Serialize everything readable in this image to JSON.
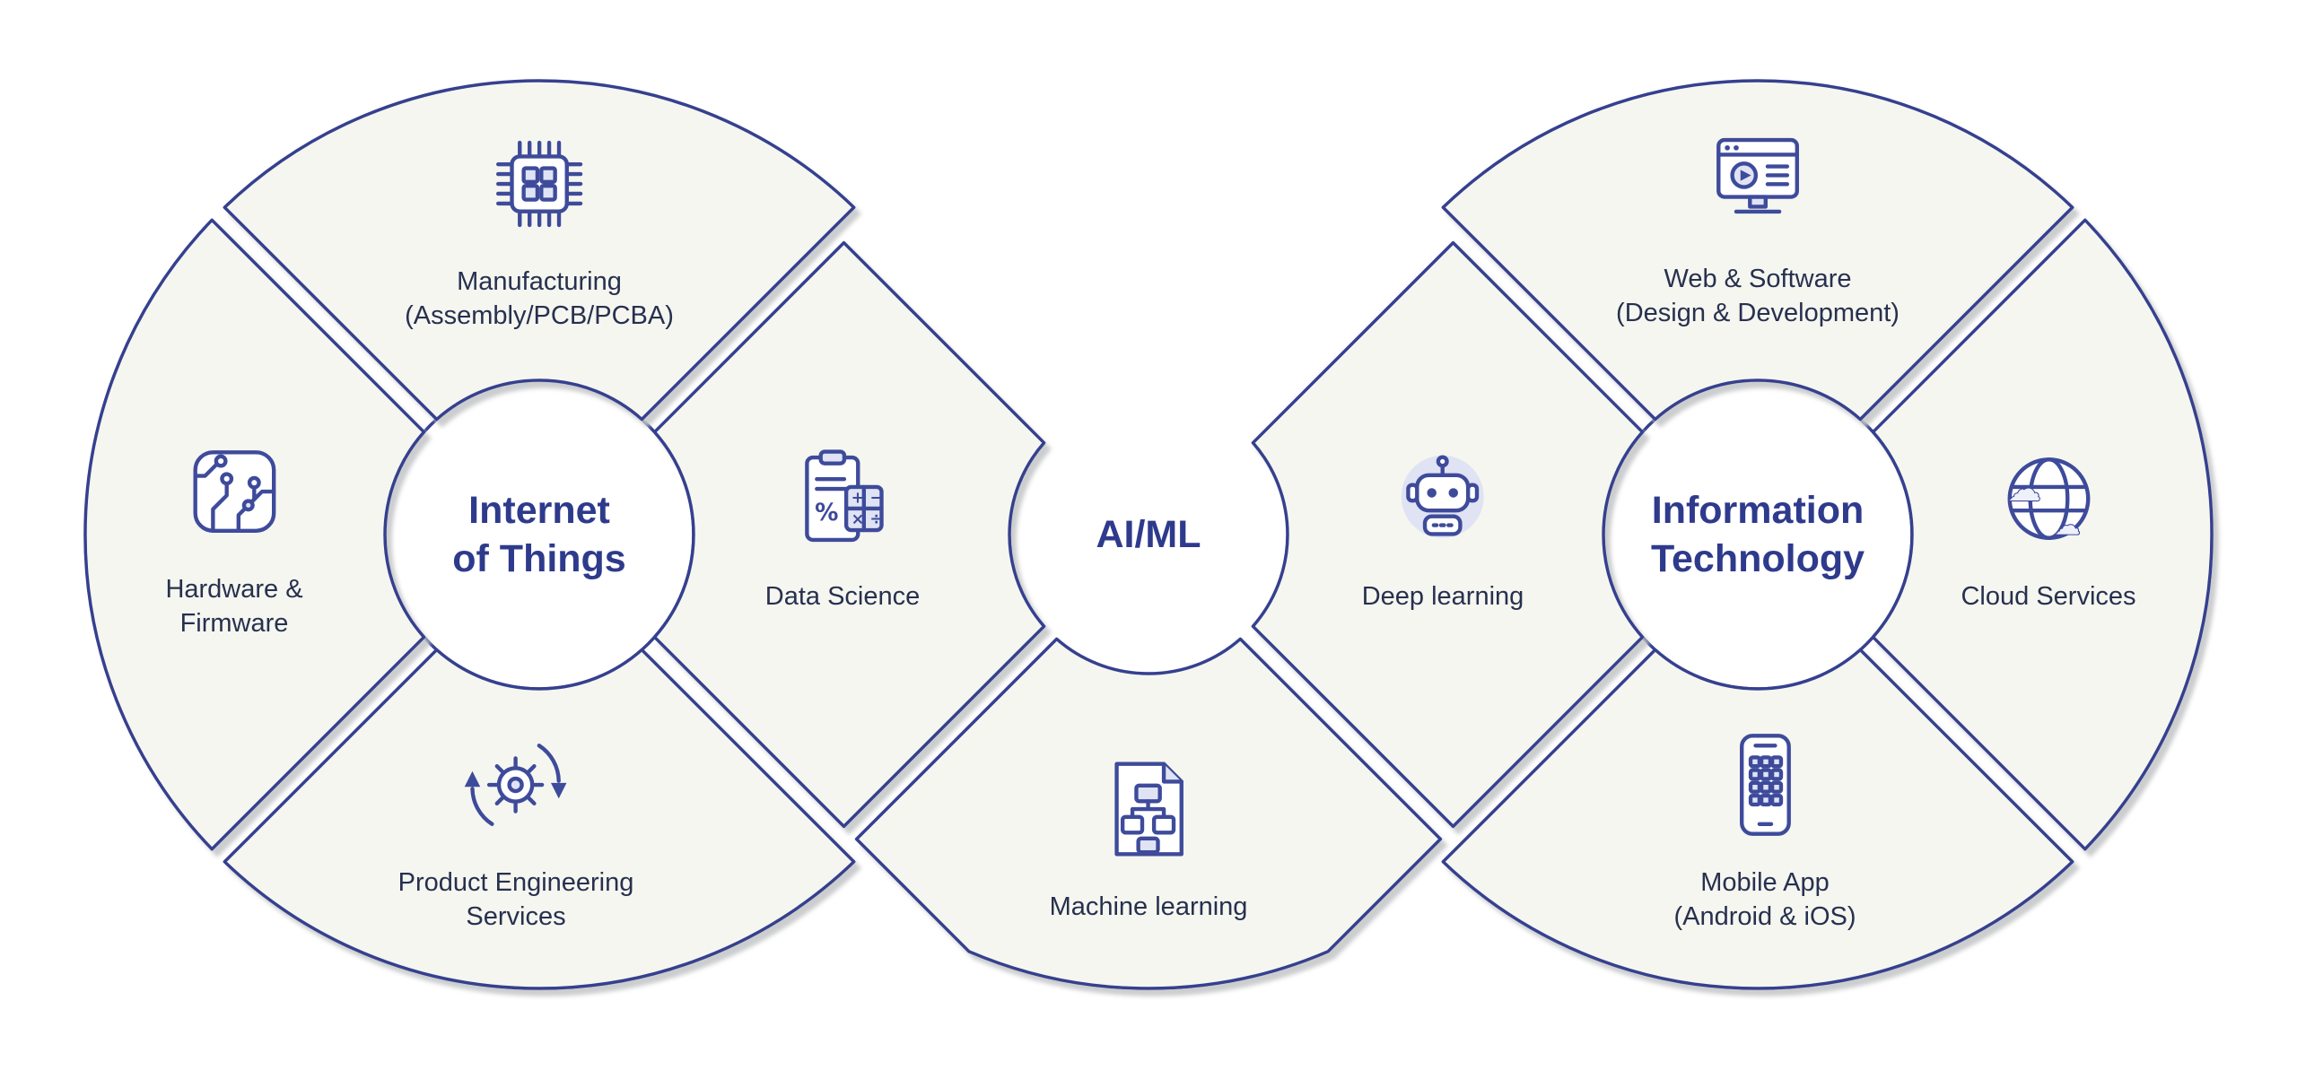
{
  "colors": {
    "outline": "#36418f",
    "segment_fill": "#f5f6ef",
    "hub_title": "#2e3a8c",
    "label": "#27304f",
    "gap_shadow": "#c6c7c9",
    "icon_line": "#3e4b9b",
    "icon_accent": "#dfe3f4"
  },
  "hubs": {
    "iot": {
      "line1": "Internet",
      "line2": "of Things"
    },
    "aiml": {
      "title": "AI/ML"
    },
    "it": {
      "line1": "Information",
      "line2": "Technology"
    }
  },
  "segments": {
    "manufacturing": {
      "line1": "Manufacturing",
      "line2": "(Assembly/PCB/PCBA)",
      "icon": "chip-icon"
    },
    "hardware_firmware": {
      "line1": "Hardware &",
      "line2": "Firmware",
      "icon": "circuit-board-icon"
    },
    "product_engineering": {
      "line1": "Product Engineering",
      "line2": "Services",
      "icon": "gear-sync-icon"
    },
    "data_science": {
      "line1": "Data Science",
      "icon": "clipboard-calculator-icon"
    },
    "machine_learning": {
      "line1": "Machine learning",
      "icon": "flowchart-document-icon"
    },
    "deep_learning": {
      "line1": "Deep learning",
      "icon": "robot-icon"
    },
    "web_software": {
      "line1": "Web & Software",
      "line2": "(Design & Development)",
      "icon": "web-video-monitor-icon"
    },
    "mobile_app": {
      "line1": "Mobile App",
      "line2": "(Android & iOS)",
      "icon": "smartphone-apps-icon"
    },
    "cloud_services": {
      "line1": "Cloud Services",
      "icon": "globe-clouds-icon"
    }
  }
}
